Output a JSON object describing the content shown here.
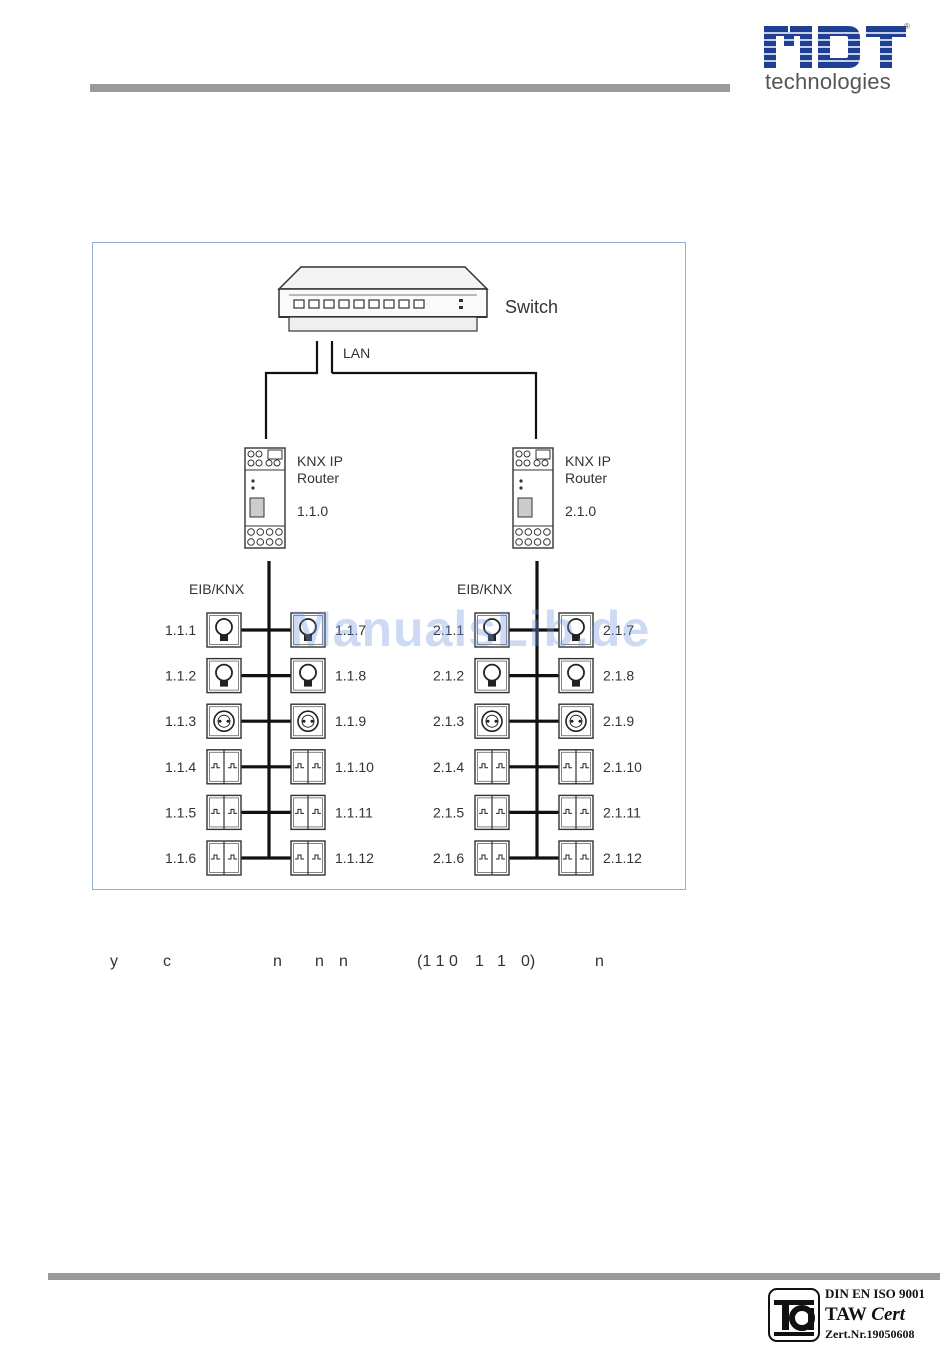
{
  "header": {
    "logo_text": "MDT",
    "logo_subtitle": "technologies",
    "registered_mark": "®",
    "brand_color": "#1f3f95"
  },
  "figure": {
    "switch_label": "Switch",
    "lan_label": "LAN",
    "routers": [
      {
        "name_line1": "KNX IP",
        "name_line2": "Router",
        "address": "1.1.0"
      },
      {
        "name_line1": "KNX IP",
        "name_line2": "Router",
        "address": "2.1.0"
      }
    ],
    "lines": [
      {
        "bus_label": "EIB/KNX",
        "left_devices": [
          {
            "address": "1.1.1",
            "icon": "lamp-icon"
          },
          {
            "address": "1.1.2",
            "icon": "lamp-icon"
          },
          {
            "address": "1.1.3",
            "icon": "socket-icon"
          },
          {
            "address": "1.1.4",
            "icon": "pushbutton-icon"
          },
          {
            "address": "1.1.5",
            "icon": "pushbutton-icon"
          },
          {
            "address": "1.1.6",
            "icon": "pushbutton-icon"
          }
        ],
        "right_devices": [
          {
            "address": "1.1.7",
            "icon": "lamp-icon"
          },
          {
            "address": "1.1.8",
            "icon": "lamp-icon"
          },
          {
            "address": "1.1.9",
            "icon": "socket-icon"
          },
          {
            "address": "1.1.10",
            "icon": "pushbutton-icon"
          },
          {
            "address": "1.1.11",
            "icon": "pushbutton-icon"
          },
          {
            "address": "1.1.12",
            "icon": "pushbutton-icon"
          }
        ]
      },
      {
        "bus_label": "EIB/KNX",
        "left_devices": [
          {
            "address": "2.1.1",
            "icon": "lamp-icon"
          },
          {
            "address": "2.1.2",
            "icon": "lamp-icon"
          },
          {
            "address": "2.1.3",
            "icon": "socket-icon"
          },
          {
            "address": "2.1.4",
            "icon": "pushbutton-icon"
          },
          {
            "address": "2.1.5",
            "icon": "pushbutton-icon"
          },
          {
            "address": "2.1.6",
            "icon": "pushbutton-icon"
          }
        ],
        "right_devices": [
          {
            "address": "2.1.7",
            "icon": "lamp-icon"
          },
          {
            "address": "2.1.8",
            "icon": "lamp-icon"
          },
          {
            "address": "2.1.9",
            "icon": "socket-icon"
          },
          {
            "address": "2.1.10",
            "icon": "pushbutton-icon"
          },
          {
            "address": "2.1.11",
            "icon": "pushbutton-icon"
          },
          {
            "address": "2.1.12",
            "icon": "pushbutton-icon"
          }
        ]
      }
    ]
  },
  "watermark": "ManualsLib.de",
  "caption_fragments": [
    "y",
    "c",
    "n",
    "n",
    "n",
    "(1 1 0",
    "1",
    "1",
    "0)",
    "n"
  ],
  "footer": {
    "cert_line1": "DIN EN ISO 9001",
    "cert_line2a": "TAW ",
    "cert_line2b": "Cert",
    "cert_line3": "Zert.Nr.19050608",
    "seal_text": "ta"
  }
}
